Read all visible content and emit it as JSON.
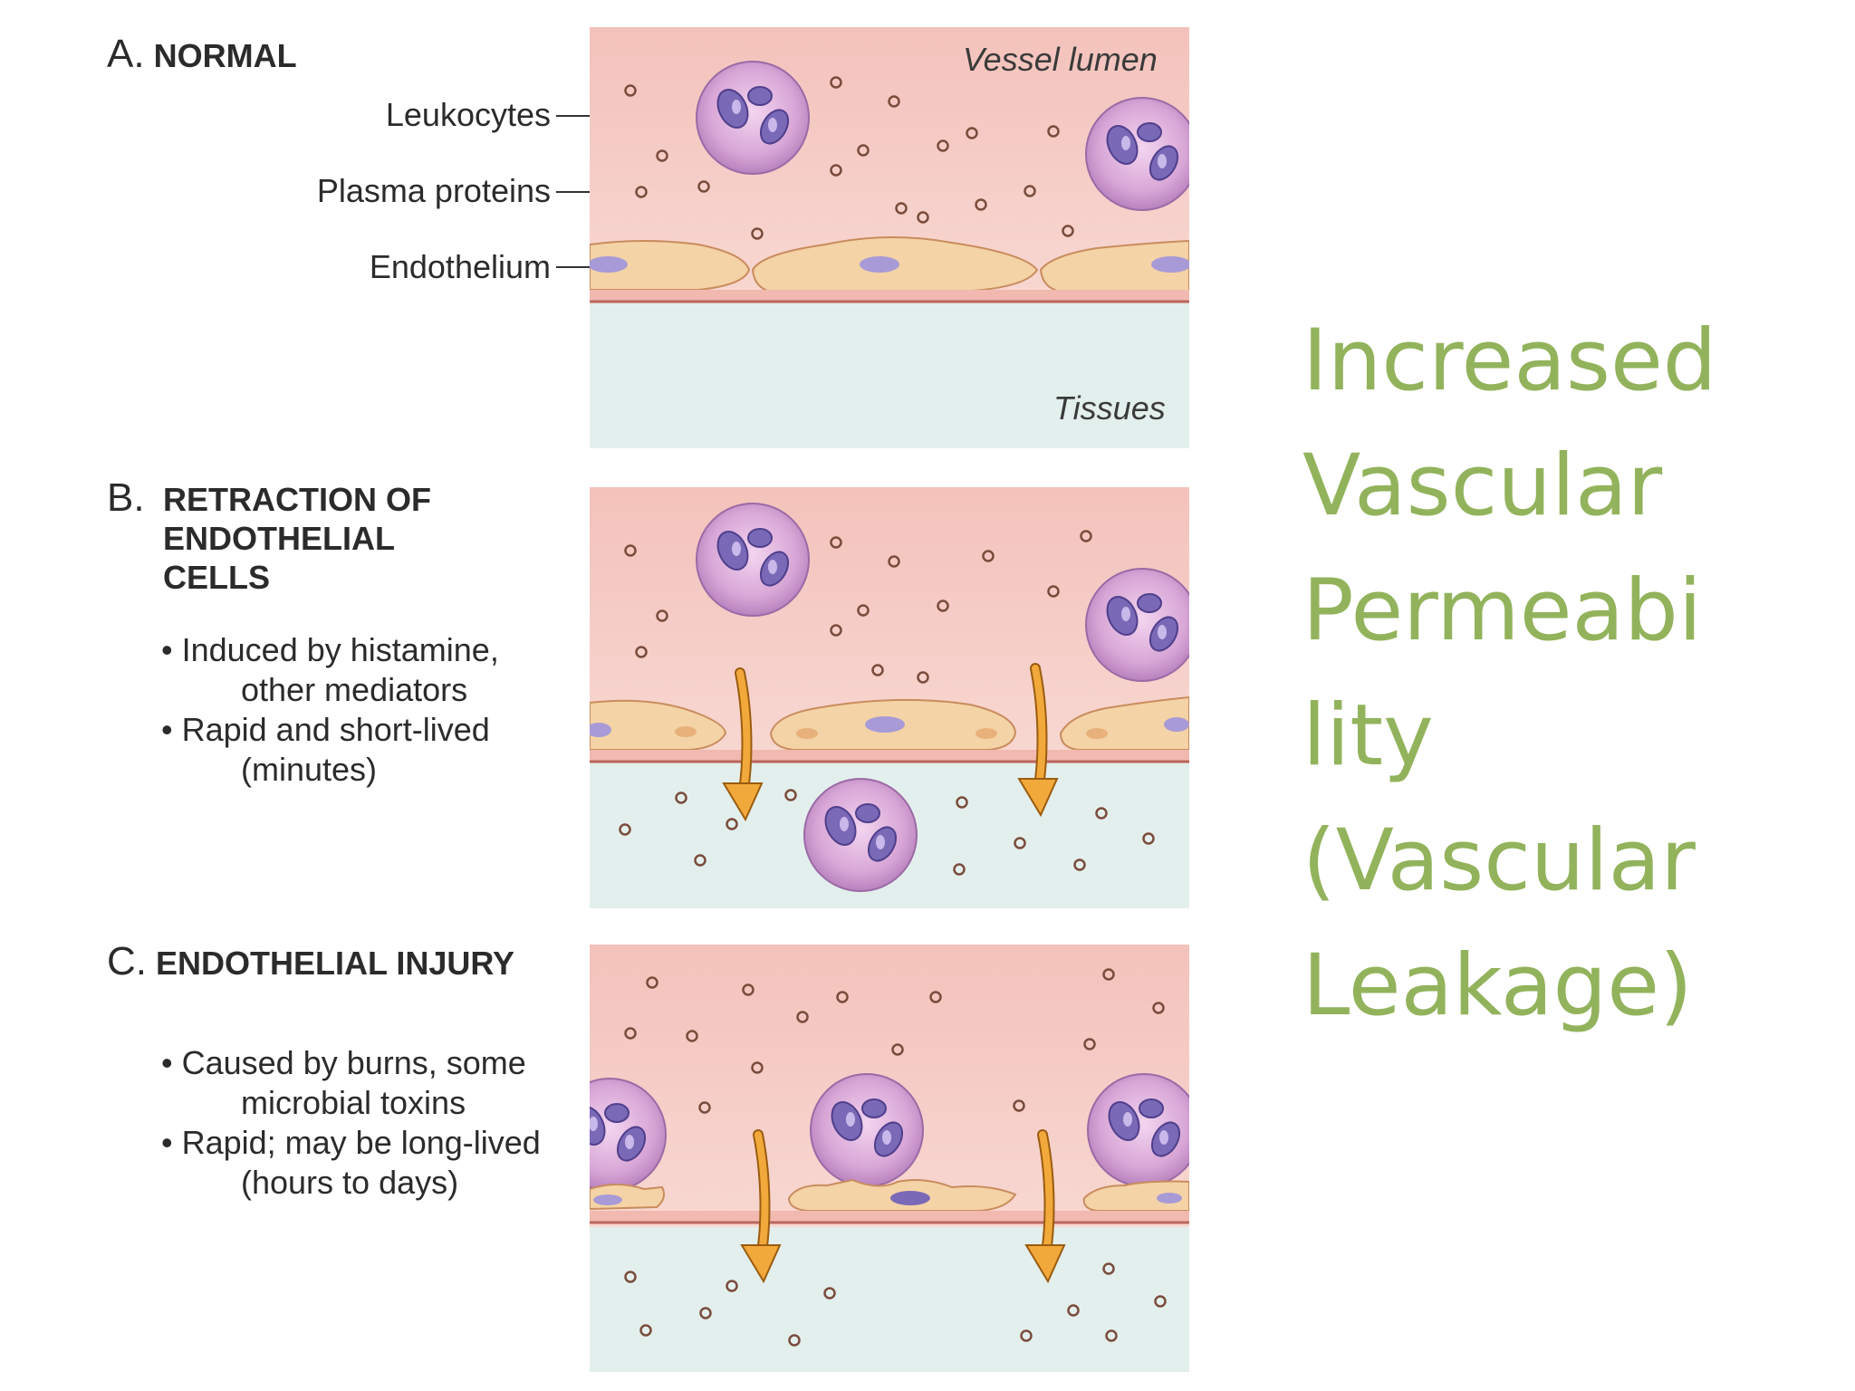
{
  "title_lines": [
    "Increased",
    "Vascular",
    "Permeabi",
    "lity",
    "(Vascular",
    "Leakage)"
  ],
  "panel_a": {
    "letter": "A.",
    "heading": "NORMAL",
    "labels": {
      "leukocytes": "Leukocytes",
      "plasma_proteins": "Plasma proteins",
      "endothelium": "Endothelium"
    },
    "vessel_lumen": "Vessel lumen",
    "tissues": "Tissues"
  },
  "panel_b": {
    "letter": "B.",
    "heading_lines": [
      "RETRACTION OF",
      "ENDOTHELIAL",
      "CELLS"
    ],
    "bullets": [
      {
        "line1": "Induced by histamine,",
        "line2": "other mediators"
      },
      {
        "line1": "Rapid and short-lived",
        "line2": "(minutes)"
      }
    ]
  },
  "panel_c": {
    "letter": "C.",
    "heading": "ENDOTHELIAL INJURY",
    "bullets": [
      {
        "line1": "Caused by burns, some",
        "line2": "microbial toxins"
      },
      {
        "line1": "Rapid; may be long-lived",
        "line2": "(hours to days)"
      }
    ]
  },
  "colors": {
    "title": "#92b35c",
    "lumen": "#f5c9c3",
    "tissue": "#e2efec",
    "endothelium": "#f4d3a6",
    "leukocyte": "#c794c9",
    "nucleus": "#7a69b6",
    "arrow": "#f2a93b"
  }
}
